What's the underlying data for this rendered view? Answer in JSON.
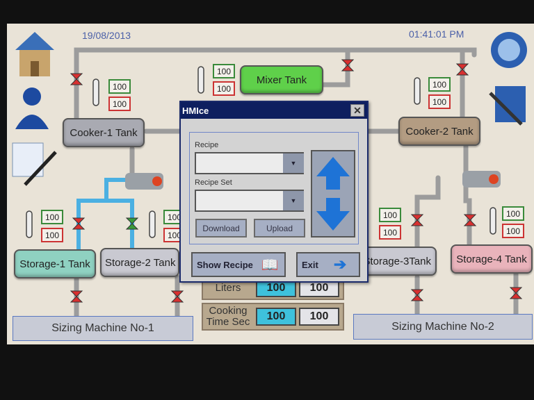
{
  "header": {
    "date": "19/08/2013",
    "time": "01:41:01 PM"
  },
  "tanks": {
    "mixer": "Mixer Tank",
    "cooker1": "Cooker-1 Tank",
    "cooker2": "Cooker-2 Tank",
    "storage1": "Storage-1 Tank",
    "storage2": "Storage-2 Tank",
    "storage3": "Storage-3Tank",
    "storage4": "Storage-4 Tank"
  },
  "readings": {
    "mixer": [
      "100",
      "100"
    ],
    "cooker1": [
      "100",
      "100"
    ],
    "cooker2": [
      "100",
      "100"
    ],
    "storage1": [
      "100",
      "100"
    ],
    "storage2": [
      "100",
      "100"
    ],
    "storage3": [
      "100",
      "100"
    ],
    "storage4": [
      "100",
      "100"
    ]
  },
  "machines": [
    "Sizing Machine No-1",
    "Sizing Machine No-2"
  ],
  "params": [
    {
      "label": "Liters",
      "set": "100",
      "actual": "100"
    },
    {
      "label": "Cooking Time Sec",
      "set": "100",
      "actual": "100"
    }
  ],
  "dialog": {
    "title": "HMIce",
    "close": "✕",
    "recipe_label": "Recipe",
    "recipe_value": "",
    "recipe_set_label": "Recipe Set",
    "recipe_set_value": "",
    "download": "Download",
    "upload": "Upload",
    "show_recipe": "Show Recipe",
    "exit": "Exit"
  },
  "colors": {
    "mixer": "#5fd04a",
    "cooker1": "#a9aab2",
    "cooker2": "#b39c82",
    "storage1": "#8fd1c1",
    "storage2": "#c9c9d1",
    "storage3": "#c9c9d1",
    "storage4": "#e9b3bb",
    "valve": "#d83030",
    "valve_open": "#3a9a3a",
    "pipe": "#a8a8a8",
    "pipe_active": "#48aee0"
  }
}
